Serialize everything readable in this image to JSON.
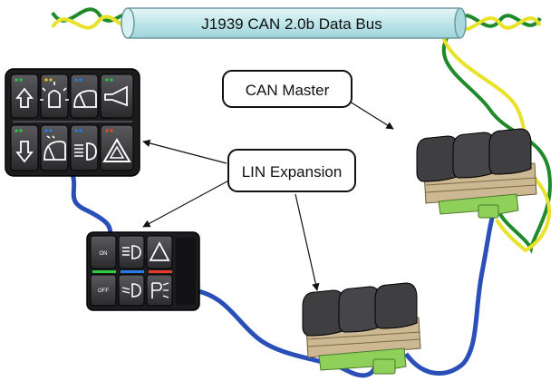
{
  "bus": {
    "label": "J1939 CAN 2.0b Data Bus"
  },
  "callouts": {
    "can_master": "CAN Master",
    "lin_expansion": "LIN Expansion"
  },
  "keypad_large": {
    "top_row_icons": [
      "arrow-up-icon",
      "beacon-light-icon",
      "wiper-icon",
      "horn-icon"
    ],
    "bottom_row_icons": [
      "arrow-down-icon",
      "wiper-washer-icon",
      "headlight-icon",
      "hazard-warning-icon"
    ]
  },
  "keypad_small": {
    "labels": [
      "ON",
      "OFF"
    ],
    "top_row_icons": [
      "headlight-icon",
      "hazard-warning-icon"
    ],
    "bottom_row_icons": [
      "headlight-low-icon",
      "parking-light-icon"
    ]
  },
  "colors": {
    "bus_tube": "#bfe6ea",
    "can_wire_green": "#1f8a2a",
    "can_wire_yellow": "#e8e22a",
    "lin_wire_blue": "#2a4fb8",
    "keypad_body": "#1c1c1e",
    "module_key": "#3f3f42",
    "module_base": "#cdb894",
    "module_connector": "#8fd05a"
  }
}
